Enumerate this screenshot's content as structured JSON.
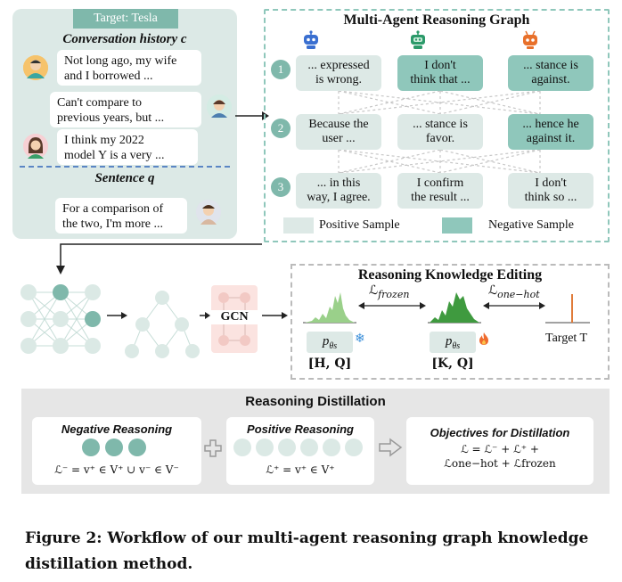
{
  "conversation": {
    "target": "Target: Tesla",
    "history_title": "Conversation history c",
    "messages": [
      {
        "text_l1": "Not long ago, my wife",
        "text_l2": "and I borrowed ..."
      },
      {
        "text_l1": "Can't compare to",
        "text_l2": "previous years, but ..."
      },
      {
        "text_l1": "I think my 2022",
        "text_l2": "model Y is a very ..."
      }
    ],
    "sentence_title": "Sentence q",
    "sentence": {
      "text_l1": "For a comparison of",
      "text_l2": "the two, I'm more ..."
    }
  },
  "graph": {
    "title": "Multi-Agent Reasoning Graph",
    "steps": [
      "1",
      "2",
      "3"
    ],
    "rows": [
      [
        {
          "l1": "... expressed",
          "l2": "is wrong.",
          "kind": "pos"
        },
        {
          "l1": "I don't",
          "l2": "think that ...",
          "kind": "neg"
        },
        {
          "l1": "... stance is",
          "l2": "against.",
          "kind": "neg"
        }
      ],
      [
        {
          "l1": "Because the",
          "l2": "user ...",
          "kind": "pos"
        },
        {
          "l1": "... stance is",
          "l2": "favor.",
          "kind": "pos"
        },
        {
          "l1": "... hence he",
          "l2": "against it.",
          "kind": "neg"
        }
      ],
      [
        {
          "l1": "... in this",
          "l2": "way, I agree.",
          "kind": "pos"
        },
        {
          "l1": "I confirm",
          "l2": "the result ...",
          "kind": "pos"
        },
        {
          "l1": "I don't",
          "l2": "think so ...",
          "kind": "pos"
        }
      ]
    ],
    "legend_positive": "Positive Sample",
    "legend_negative": "Negative Sample"
  },
  "editing": {
    "title": "Reasoning  Knowledge Editing",
    "gcn_label": "GCN",
    "loss_frozen_main": "ℒ",
    "loss_frozen_sub": "frozen",
    "loss_onehot_main": "ℒ",
    "loss_onehot_sub": "one−hot",
    "model_frozen_main": "p",
    "model_frozen_sub": "θs",
    "model_frozen_input": "[H, Q]",
    "model_edit_main": "p",
    "model_edit_sub": "θs",
    "model_edit_input": "[K, Q]",
    "target_label": "Target T",
    "snow_icon": "❄",
    "fire_icon": "🔥"
  },
  "distillation": {
    "title": "Reasoning Distillation",
    "negative_title": "Negative Reasoning",
    "negative_formula": "ℒ⁻ = v⁺ ∈ V⁺ ∪ v⁻ ∈ V⁻",
    "positive_title": "Positive Reasoning",
    "positive_formula": "ℒ⁺ = v⁺ ∈ V⁺",
    "objective_title": "Objectives for Distillation",
    "objective_formula_l1": "ℒ = ℒ⁻ + ℒ⁺ +",
    "objective_formula_l2": "ℒone−hot + ℒfrozen"
  },
  "caption": "Figure 2: Workflow of our multi-agent reasoning graph knowledge distillation method.",
  "colors": {
    "teal": "#7fb8ab",
    "teal_dark": "#5aa896",
    "positive": "#dde9e6",
    "negative": "#8fc7bb",
    "green_dist": "#3f9a3f"
  }
}
